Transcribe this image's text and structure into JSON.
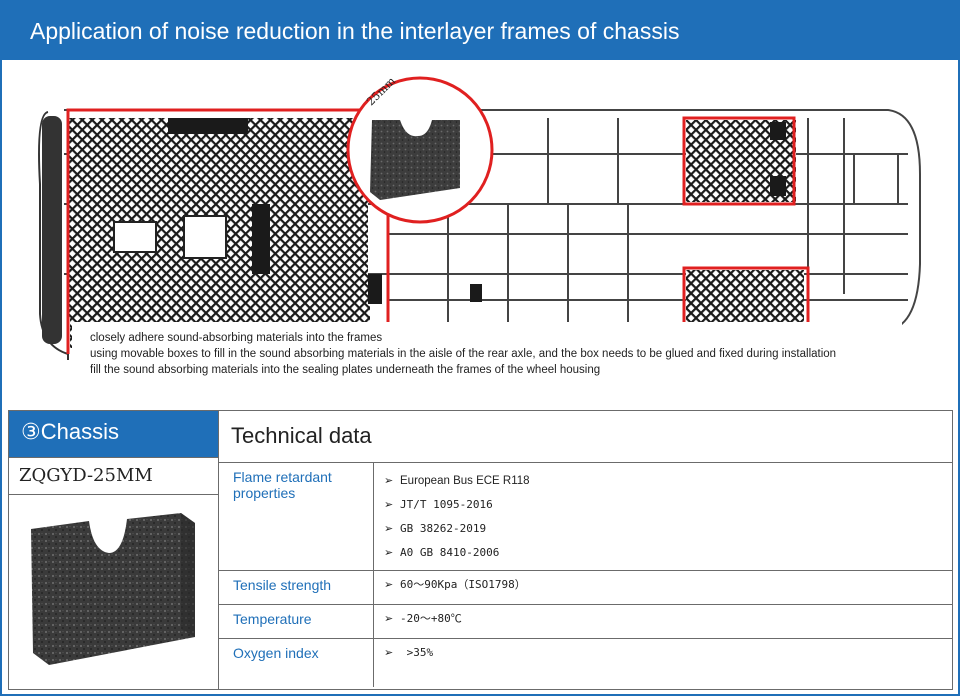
{
  "header": {
    "title": "Application of noise reduction in the interlayer  frames of  chassis"
  },
  "diagram": {
    "dimension_label": "25mm"
  },
  "bullets": [
    "closely adhere sound-absorbing materials into the frames",
    "using movable boxes to fill in the sound absorbing materials in the aisle of the rear axle, and the box needs to be glued and fixed during installation",
    "fill the sound absorbing materials into the sealing plates  underneath  the frames of the wheel housing"
  ],
  "chassis": {
    "title": "③Chassis",
    "model": "ZQGYD-25MM"
  },
  "technical": {
    "title": "Technical data",
    "rows": [
      {
        "label": "Flame retardant properties",
        "values": [
          "European Bus ECE R118",
          "JT/T 1095-2016",
          "GB 38262-2019",
          "A0 GB 8410-2006"
        ]
      },
      {
        "label": "Tensile strength",
        "values": [
          "60～90Kpa（ISO1798）"
        ]
      },
      {
        "label": "Temperature",
        "values": [
          "-20～+80℃"
        ]
      },
      {
        "label": "Oxygen index",
        "values": [
          " >35%"
        ]
      }
    ]
  },
  "colors": {
    "accent": "#1f6fb8",
    "highlight": "#e02020"
  }
}
